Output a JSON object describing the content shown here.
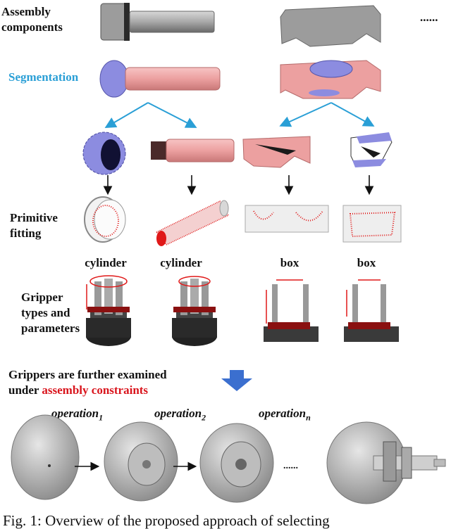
{
  "labels": {
    "assembly": [
      "Assembly",
      "components"
    ],
    "segmentation": "Segmentation",
    "primitive": [
      "Primitive",
      "fitting"
    ],
    "gripper": [
      "Gripper",
      "types and",
      "parameters"
    ],
    "ellipsis_top": "......",
    "constraint_line1": "Grippers are further examined",
    "constraint_line2_prefix": "under ",
    "constraint_line2_highlight": "assembly constraints"
  },
  "primitives": [
    "cylinder",
    "cylinder",
    "box",
    "box"
  ],
  "operations": [
    {
      "name": "operation",
      "sub": "1"
    },
    {
      "name": "operation",
      "sub": "2"
    },
    {
      "name": "operation",
      "sub": "n"
    }
  ],
  "op_ellipsis": "......",
  "caption": "Fig.   1:  Overview  of  the  proposed  approach  of  selecting",
  "colors": {
    "segmentation_label": "#2a9fd6",
    "highlight_red": "#d9141c",
    "arrow_blue": "#2a9fd6",
    "big_arrow": "#3b6fcf",
    "pink_part": "#f0a8a8",
    "purple_part": "#8c8ce0",
    "gray_part": "#9a9a9a"
  }
}
